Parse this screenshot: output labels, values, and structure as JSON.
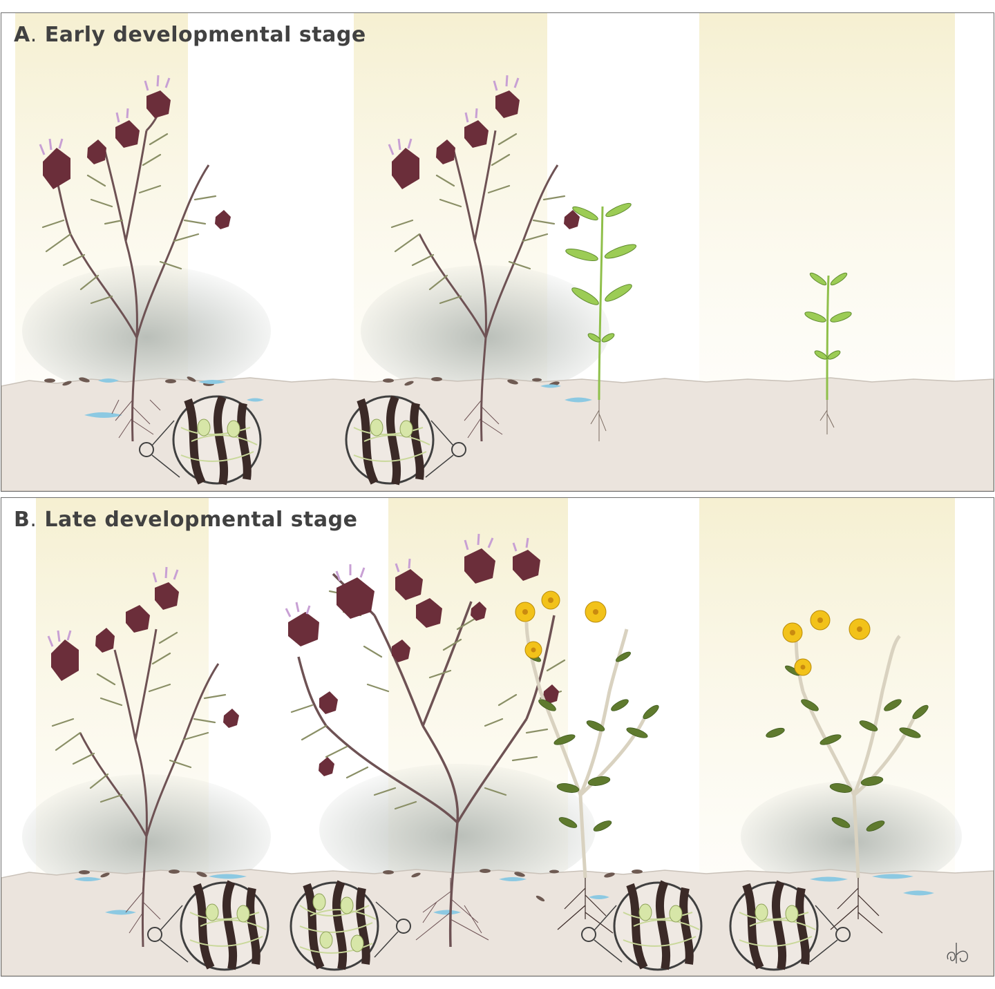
{
  "panels": [
    {
      "letter": "A",
      "separator": ".",
      "title": "Early developmental stage"
    },
    {
      "letter": "B",
      "separator": ".",
      "title": "Late developmental stage"
    }
  ],
  "colors": {
    "soil": "#ebe4dd",
    "soil_edge": "#c9c1b8",
    "light_beam": "#f7f3dc",
    "shadow": "#b9bdb8",
    "water": "#8cc9e2",
    "stem_brown": "#6e5254",
    "leaf_grey_green": "#8a8f66",
    "thyme_bract": "#6b2e3a",
    "thyme_flower": "#c8a0d4",
    "seedling_green": "#8fbf4a",
    "rockrose_yellow": "#f2c21a",
    "rockrose_leaf": "#5f7a2e",
    "root_dark": "#3b2a27",
    "hyphae": "#c9d89a",
    "spore": "#d7e6a8",
    "outline": "#404040",
    "title_text": "#414141"
  }
}
